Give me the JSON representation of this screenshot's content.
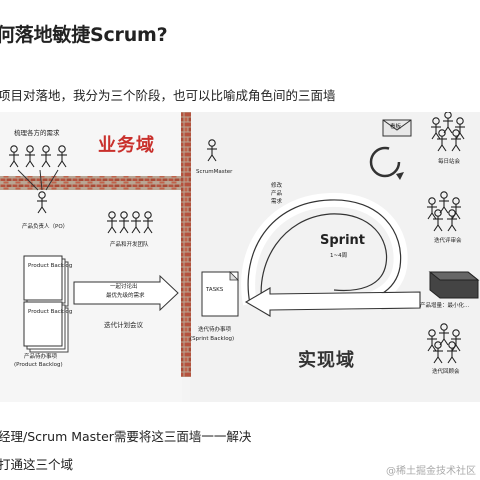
{
  "article": {
    "heading": "何落地敏捷Scrum?",
    "intro": "项目对落地，我分为三个阶段，也可以比喻成角色间的三面墙",
    "line1": "经理/Scrum Master需要将这三面墙一一解决",
    "line2": "打通这三个域",
    "watermark": "@稀土掘金技术社区"
  },
  "diagram": {
    "biz_domain": "业务域",
    "impl_domain": "实现域",
    "requirements": "梳理各方的需求",
    "po": "产品负责人（PO）",
    "dev_team": "产品和开发团队",
    "pb_card1": "Product Backlog",
    "pb_card2": "Product Backlog",
    "pb_caption1": "产品待办事项",
    "pb_caption2": "(Product Backlog)",
    "discuss_line1": "一起讨论出",
    "discuss_line2": "最优先级的需求",
    "planning": "迭代计划会议",
    "scrum_master": "ScrumMaster",
    "tasks": "TASKS",
    "sb_caption1": "迭代待办事项",
    "sb_caption2": "(Sprint Backlog)",
    "modify_1": "修改",
    "modify_2": "产品",
    "modify_3": "需求",
    "sprint": "Sprint",
    "sprint_len": "1~4周",
    "board": "看板",
    "daily": "每日站会",
    "review": "迭代评审会",
    "increment": "产品增量：最小化...",
    "retro": "迭代回顾会"
  }
}
